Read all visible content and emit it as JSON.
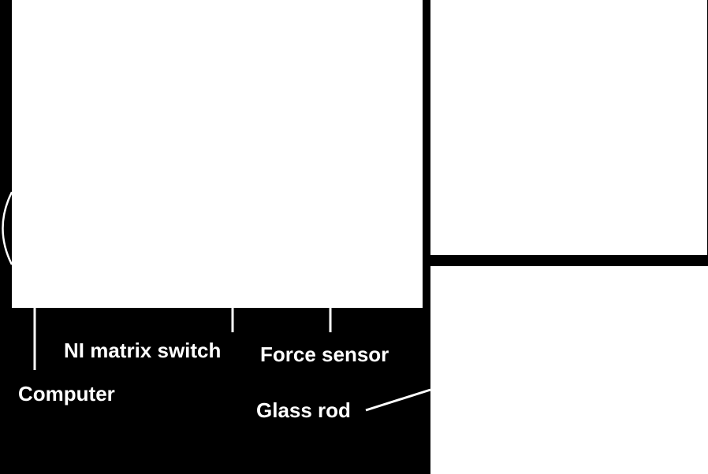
{
  "labels": {
    "ni_matrix_switch": "NI matrix switch",
    "force_sensor": "Force sensor",
    "computer": "Computer",
    "glass_rod": "Glass rod"
  },
  "colors": {
    "background": "#000000",
    "panel": "#ffffff",
    "text": "#ffffff",
    "leader_line": "#ffffff"
  }
}
